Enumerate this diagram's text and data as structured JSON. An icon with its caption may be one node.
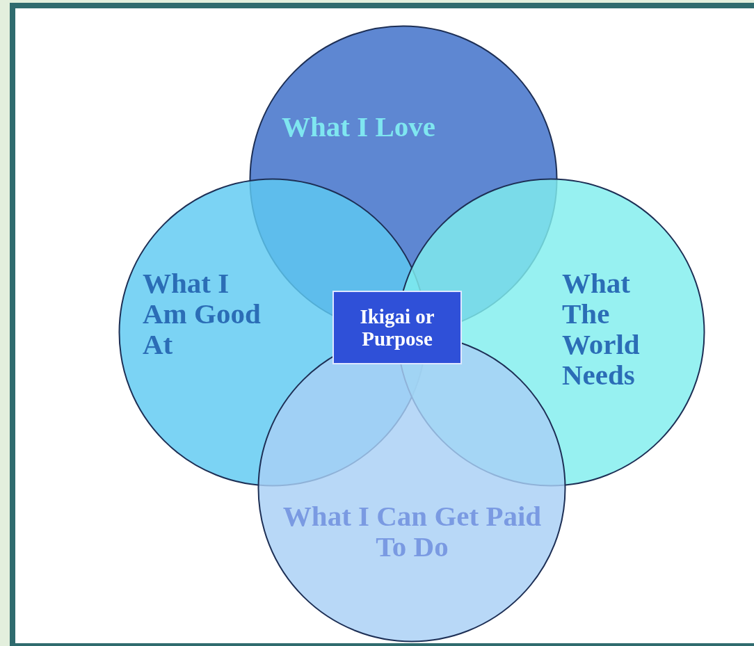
{
  "diagram": {
    "nodes": [
      {
        "text": [
          "What I Love"
        ]
      },
      {
        "text": [
          "What I Am Good At"
        ]
      },
      {
        "text": [
          "What The World Needs"
        ]
      },
      {
        "text": [
          "What I Can Get Paid To Do"
        ]
      },
      {
        "text": [
          "Ikigai or Purpose"
        ]
      }
    ],
    "edges": []
  }
}
